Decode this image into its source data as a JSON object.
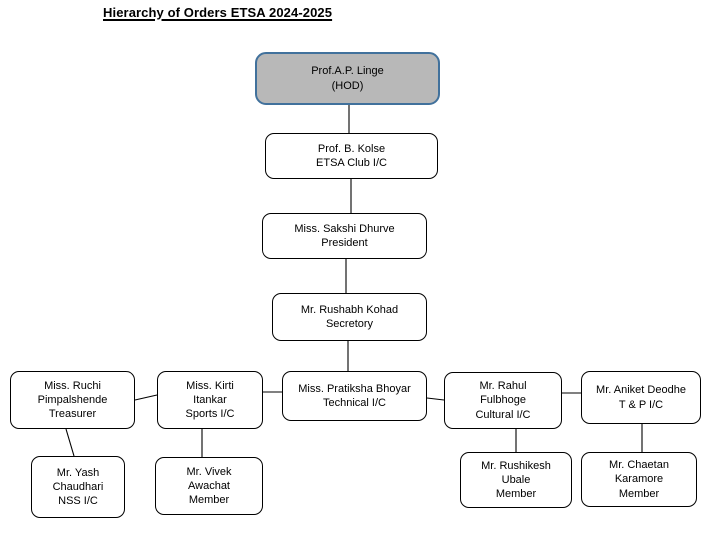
{
  "title": "Hierarchy of Orders ETSA 2024-2025",
  "colors": {
    "background": "#ffffff",
    "hod_fill": "#b8b8b8",
    "hod_border": "#41719c",
    "node_fill": "#ffffff",
    "node_border": "#000000",
    "connector": "#000000",
    "text": "#000000"
  },
  "nodes": {
    "hod": {
      "lines": [
        "Prof.A.P. Linge",
        "(HOD)"
      ]
    },
    "club_incharge": {
      "lines": [
        "Prof. B. Kolse",
        "ETSA Club I/C"
      ]
    },
    "president": {
      "lines": [
        "Miss. Sakshi Dhurve",
        "President"
      ]
    },
    "secretary": {
      "lines": [
        "Mr. Rushabh Kohad",
        "Secretory"
      ]
    },
    "treasurer": {
      "lines": [
        "Miss. Ruchi",
        "Pimpalshende",
        "Treasurer"
      ]
    },
    "sports_incharge": {
      "lines": [
        "Miss. Kirti",
        "Itankar",
        "Sports I/C"
      ]
    },
    "technical_incharge": {
      "lines": [
        "Miss. Pratiksha Bhoyar",
        "Technical I/C"
      ]
    },
    "cultural_incharge": {
      "lines": [
        "Mr. Rahul",
        "Fulbhoge",
        "Cultural I/C"
      ]
    },
    "tp_incharge": {
      "lines": [
        "Mr. Aniket Deodhe",
        "T & P I/C"
      ]
    },
    "nss_incharge": {
      "lines": [
        "Mr. Yash",
        "Chaudhari",
        "NSS I/C"
      ]
    },
    "member_vivek": {
      "lines": [
        "Mr. Vivek",
        "Awachat",
        "Member"
      ]
    },
    "member_rushikesh": {
      "lines": [
        "Mr. Rushikesh",
        "Ubale",
        "Member"
      ]
    },
    "member_chaetan": {
      "lines": [
        "Mr. Chaetan",
        "Karamore",
        "Member"
      ]
    }
  }
}
